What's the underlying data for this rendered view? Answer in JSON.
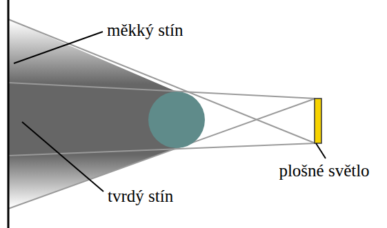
{
  "diagram": {
    "labels": [
      "měkký stín",
      "tvrdý stín",
      "plošné světlo"
    ]
  }
}
